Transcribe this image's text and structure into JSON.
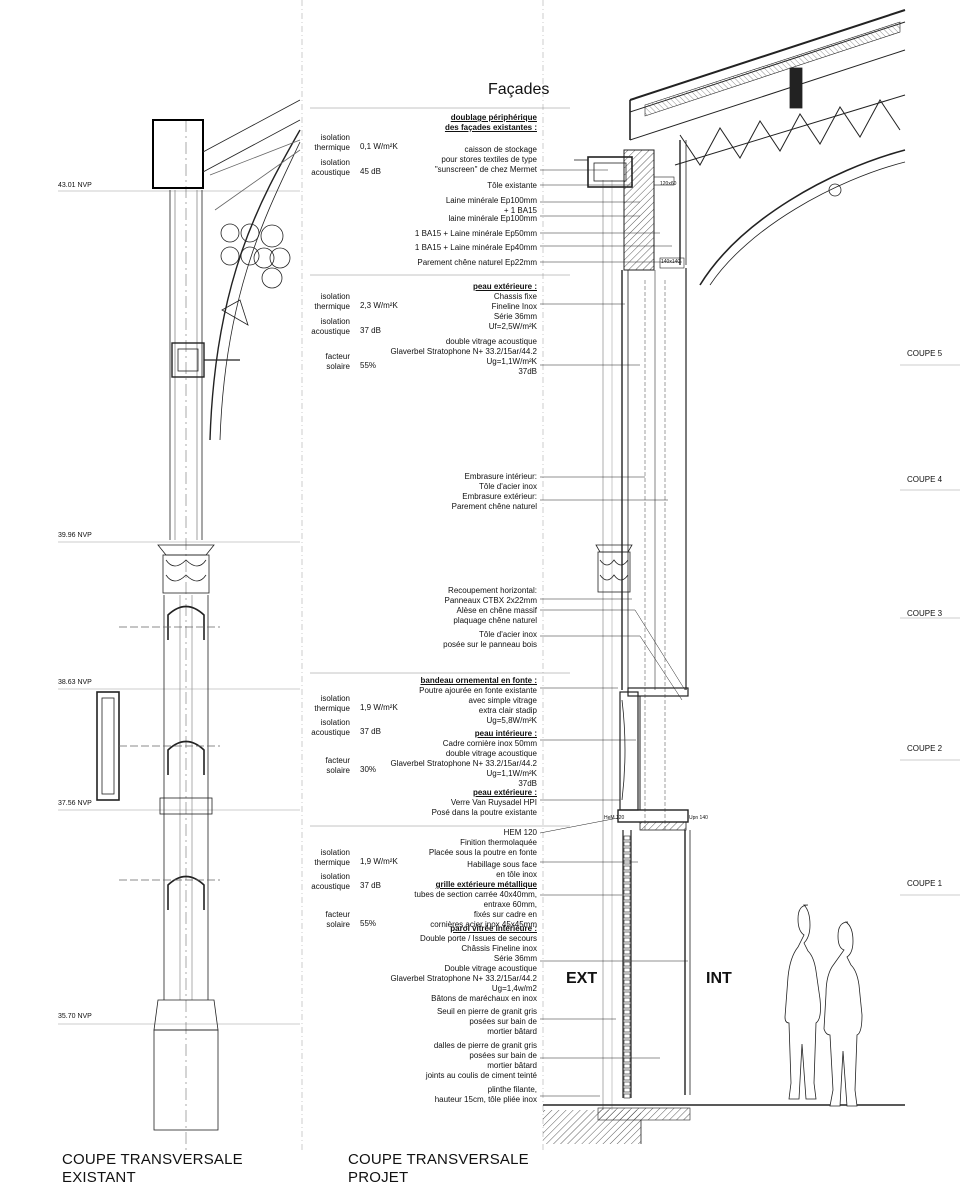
{
  "levels": [
    "43.01 NVP",
    "39.96 NVP",
    "38.63 NVP",
    "37.56 NVP",
    "35.70 NVP"
  ],
  "captions": {
    "left": [
      "COUPE TRANSVERSALE",
      "EXISTANT"
    ],
    "right": [
      "COUPE TRANSVERSALE",
      "PROJET"
    ]
  },
  "title": "Façades",
  "sections": [
    {
      "heading": [
        "doublage périphérique",
        "des façades existantes :"
      ],
      "lines": [
        "caisson de stockage",
        "pour stores textiles de type",
        "\"sunscreen\" de chez Mermet",
        "Tôle existante",
        "Laine minérale Ep100mm",
        "+ 1 BA15",
        "laine minérale Ep100mm",
        "1 BA15 + Laine minérale Ep50mm",
        "1 BA15 + Laine minérale Ep40mm",
        "Parement chêne naturel Ep22mm"
      ]
    },
    {
      "heading": [
        "peau extérieure :"
      ],
      "lines": [
        "Chassis fixe",
        "Fineline Inox",
        "Série 36mm",
        "Uf=2,5W/m²K",
        "double vitrage acoustique",
        "Glaverbel Stratophone N+ 33.2/15ar/44.2",
        "Ug=1,1W/m²K",
        "37dB",
        "Embrasure intérieur:",
        "Tôle d'acier inox",
        "Embrasure extérieur:",
        "Parement chêne naturel",
        "Recoupement horizontal:",
        "Panneaux CTBX  2x22mm",
        "Alèse en chêne massif",
        "plaquage chêne naturel",
        "Tôle d'acier inox",
        "posée sur le panneau bois"
      ]
    },
    {
      "heading": [
        "bandeau ornemental en fonte :"
      ],
      "lines": [
        "Poutre ajourée en fonte existante",
        "avec simple vitrage",
        "extra clair stadip",
        "Ug=5,8W/m²K"
      ]
    },
    {
      "heading": [
        "peau intérieure :"
      ],
      "lines": [
        "Cadre cornière inox 50mm",
        "double vitrage acoustique",
        "Glaverbel Stratophone N+ 33.2/15ar/44.2",
        "Ug=1,1W/m²K",
        "37dB"
      ]
    },
    {
      "heading": [
        "peau extérieure :"
      ],
      "lines": [
        "Verre Van Ruysadel HPI",
        "Posé dans la poutre existante"
      ]
    },
    {
      "heading": [],
      "lines": [
        "HEM 120",
        "Finition thermolaquée",
        "Placée sous la poutre en fonte",
        "Habillage sous face",
        "en tôle inox"
      ]
    },
    {
      "heading": [
        "grille extérieure métallique"
      ],
      "lines": [
        "tubes de section carrée 40x40mm,",
        "entraxe 60mm,",
        "fixés sur cadre en",
        "cornières acier inox 45x45mm"
      ]
    },
    {
      "heading": [
        "paroi vitrée intérieure :"
      ],
      "lines": [
        "Double porte / Issues de secours",
        "Châssis Fineline inox",
        "Série 36mm",
        "Double vitrage acoustique",
        "Glaverbel Stratophone N+ 33.2/15ar/44.2",
        "Ug=1,4w/m2",
        "Bâtons de maréchaux en inox",
        "Seuil en pierre de granit gris",
        "posées sur bain de",
        "mortier bâtard",
        "dalles de pierre de granit gris",
        "posées sur bain de",
        "mortier bâtard",
        "joints au coulis de ciment teinté",
        "plinthe filante,",
        "hauteur 15cm, tôle pliée inox"
      ]
    }
  ],
  "performance": [
    {
      "rows": [
        [
          "isolation thermique",
          "0,1 W/m²K"
        ],
        [
          "isolation acoustique",
          "45 dB"
        ]
      ]
    },
    {
      "rows": [
        [
          "isolation thermique",
          "2,3 W/m²K"
        ],
        [
          "isolation acoustique",
          "37 dB"
        ],
        [
          "facteur solaire",
          "55%"
        ]
      ]
    },
    {
      "rows": [
        [
          "isolation thermique",
          "1,9 W/m²K"
        ],
        [
          "isolation acoustique",
          "37 dB"
        ],
        [
          "facteur solaire",
          "30%"
        ]
      ]
    },
    {
      "rows": [
        [
          "isolation thermique",
          "1,9 W/m²K"
        ],
        [
          "isolation acoustique",
          "37 dB"
        ],
        [
          "facteur solaire",
          "55%"
        ]
      ]
    }
  ],
  "coupes": [
    "COUPE 5",
    "COUPE 4",
    "COUPE 3",
    "COUPE 2",
    "COUPE 1"
  ],
  "ext_label": "EXT",
  "int_label": "INT",
  "small_labels": [
    "120x60",
    "140x140",
    "HeM 120",
    "Upn 140"
  ]
}
